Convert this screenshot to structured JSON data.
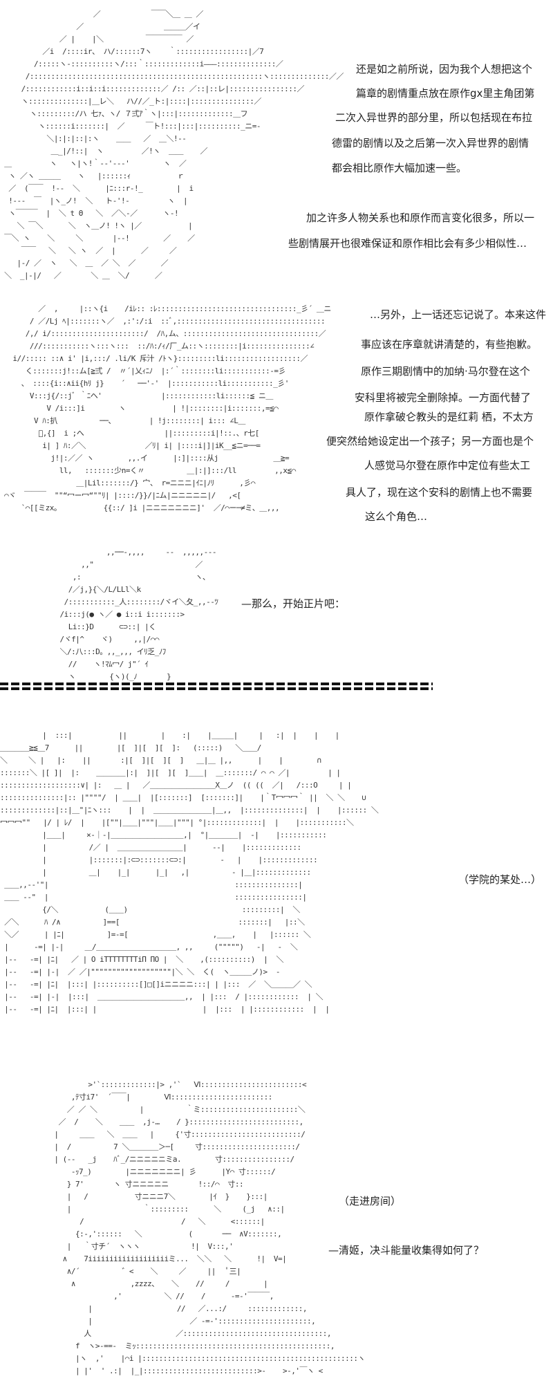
{
  "intro_note": {
    "paragraph1": [
      "还是如之前所说，因为我个人想把这个",
      "篇章的剧情重点放在原作gx里主角团第",
      "二次入异世界的部分里，所以包括现在布拉",
      "德雷的剧情以及之后第一次入异世界的剧情",
      "都会相比原作大幅加速一些。"
    ],
    "paragraph2": [
      "加之许多人物关系也和原作而言变化很多，所以一",
      "些剧情展开也很难保证和原作相比会有多少相似性…"
    ]
  },
  "extra_note": {
    "lines": [
      "…另外，上一话还忘记说了。本来这件",
      "事应该在序章就讲清楚的，有些抱歉。",
      "原作三期剧情中的加纳·马尔登在这个",
      "安科里将被完全删除掉。一方面代替了",
      "原作拿破仑教头的是红莉 栖，不太方",
      "便突然给她设定出一个孩子；另一方面也是个",
      "人感觉马尔登在原作中定位有些太工",
      "具人了，现在这个安科的剧情上也不需要",
      "这么个角色…"
    ]
  },
  "start_line": "—那么，开始正片吧：",
  "scene_caption": "（学院的某处…）",
  "enter_caption": "（走进房间）",
  "dialogue": "—清姬，决斗能量收集得如何了？",
  "art": {
    "narrator": [
      "                      ／            ￣￣＼＿ ＿ ／",
      "                  ／                   ＿＿＿／イ",
      "              ／ |    |＼          ￣￣￣￣￣ ／",
      "          ／i  /::::ir、 ハ/::::::7ヽ    ｀:::::::::::::::::|／7",
      "        /:::::ヽ‐::::::::::ヽ/:::｀:::::::::::::i―――::::::::::::::／",
      "      /:::::::::::::::::::::::::::::::::::::::::::::::::::::::ヽ::::::::::::::／／",
      "     /::::::::::::i::i::i:::::::::::::／ /:: ／::|::レ|::::::::::::::::／",
      "     ヽ::::::::::::::|＿レ＼   ハ//／_ト:|::::|:::::::::::::::／",
      "       ヽ:::::::::/ハ 七ｧ、ヽ/ ７弍ｱ｀ヽ|:::|:::::::::::::＿フ",
      "         ヽ::::::i:::::::|  ／     ￣ト!:::|:::|::::::::::_ニ=‐",
      "           ＼|:|:|::|:ヽ    ＿＿   ／  ＿＼!‐‐",
      "            ＿_|/!::|  ヽ         ／!ヽ  ＿＿    ／",
      " ＿         ヽ   ヽ|ヽ!｀‐‐'-‐-'        ヽ  ／",
      "  ヽ ／ヽ ＿＿＿    ヽ   |::::::ｨ           ｒ",
      "  ／  (￣￣  !‐‐  ＼      |ﾆ:::r‐!_        |  i",
      "  !‐‐‐  ￣  |ヽ_ノ!  ＼   ト‐'!‐         ヽ  |",
      "  ヽ￣￣￣  |  ＼ t Θ   ＼  ／＼‐／      ヽ‐!",
      "    ＼ ￣＼      ＼  ヽ＿ノ! !ヽ |／           |",
      " ￣＼ ヽ    ＼     ＼       |‐‐!        ／    ／",
      "     ￣￣   ＼   ＼ ヽ  ／  |      ／     ／",
      "    |‐/ ／  ヽ   ＼  ＿  ／ ＼  ／      ／",
      " ＼  _|‐|/   ／       ＼ ＿  ＼/      ／"
    ],
    "girl": [
      "         ／  ,     |::ヽ{i    /iﾚ:: :ﾚ:::::::::::::::::::::::::::::::::_彡´ ＿ニ",
      "       / ／/Lj ﾍ|:::::::ヽ／  ,:':/:i  ::ﾞ,:::::::::::::::::::::::::::::::::::",
      "      /,/ i/::::::::::::::::::::::/  /ﾊ,ム、::::::::::::::::::::::::::::::::／",
      "       ///:::::::::::ヽ:::ヽ:::  ::/ﾊ:/ｨ/厂_ム::ヽ::::::::|i:::::::::::::::∠",
      "   i//::::: ::∧ i' |i,:::/ .li/K 斥汁 /ﾄヽ}:::::::::li::::::::::::::::::／",
      "      く:::::::j!::ム[≧弍 /  〃´|乂ｨﾆﾉ  |:´｀::::::::li:::::::::::‐=彡",
      "     、 ::::{i::∧ii{hﾘ j}    ´   ──'‐'  |:::::::::::li:::::::::::_彡'",
      "       V:::j{/::jﾞ ｀ﾆヘ'              |::::::::::::li::::::≦ ニ＿",
      "           V /i:::]i        ヽ           | !|::::::::|i:::::::,=≦⌒",
      "        V ﾊ:扒          ──、        | !j::::::::| i::: ∠L＿",
      "         ﾟ,{]  i ;へ                   ||:::::::::i|!::.、r七[",
      "          i| ] ﾊ:／＼              ／ﾘ| i| |::::i|]|iK__≦ニ=──=",
      "            j!|:／／ ヽ        ,,.イ      |:]|::::从j             ＿≧=",
      "              ll,   :::::::少n=く〃          ＿|:|]:::/ll         ,,x≦⌒",
      "                  ＿|Lil:::::::/} 宀、 r=ニニニ|ｲﾆ|ﾉﾘ      ,彡⌒",
      " ⌒ヾ  ￣￣￣  \"\"“冖ー冖“\"\"ﾘ| |::::/}}/|ﾆム|ニニニニニ|/   ,<[",
      "     `⌒[[ミzx。          {{::/ ]i |ニニニニニニニ]'  ／/⌒ー─≠ミ、＿,,,"
    ],
    "chibi": [
      "               ,,──‐,,,,     ‐‐  ,,,,,‐‐‐",
      "         ,,\"                        ／",
      "       ,:                           ヽ、",
      "      /／j,}{＼/L/LLl＼k",
      "     /:::::::::::_人::::::::/ヾイ＼夂_,,‐‐ﾂ",
      "    /i:::j(● ヽ／ ● i::i i:::::::>",
      "      Li::}D      ⊂⊃::| |く",
      "    /ヾf|^    ヾ)     ,,|/⌒⌒",
      "    ＼/:八:::D。,,_,,, イﾘ乏_ﾉﾌ",
      "      //    ヽ!ﾏﾑ冖/ j\"´ ｲ",
      "      ヽ        {ヽ)(_ﾉ       }"
    ],
    "school": [
      "          |  :::|           ||        |    :|    |＿＿＿|     |   :|  |    |    |",
      "＿＿＿＿≧≦＿7      ||        |[  ]|[  ][  ]:   (:::::)   ＼＿＿/",
      "＼     ＼ |   |:    ||       :|[  ]|[  ][  ]   ＿|＿ |,,      |    |        ∩",
      ":::::::＼ |[ ]|  |:    ＿＿＿＿|:|  ]|[  ][  ]＿＿|  ＿:::::::/ ⌒ ⌒ ／|         | |",
      ":::::::::::::::::::∨| |:   ＿ |   ／＿＿＿＿＿＿＿＿＿X＿ノ  (( ((  ／|   /:::O     | |",
      ":::::::::::::::|:: |\"\"\"\"/  | ＿＿|  |[:::::::]  [:::::::]|    |｀T冖冖冖｀ ||  ＼ ＼    ∪",
      ":::::::::::::|::|＿\"|ﾆヽ:::    |  |  ＿＿＿＿＿＿＿＿|＿,,  |::::::::::::::|  |    |:::::: ＼",
      "冖冖冖\"\"   |/ | ﾚ/  |    |[\"\"|＿＿|\"\"\"|＿＿|\"\"\"| °|:::::::::::::|  |    |:::::::::::＼",
      "          |＿＿|     ×‐｜‐|＿＿＿＿＿＿＿＿＿＿,|  °|＿＿＿＿|  ‐|    |:::::::::::",
      "          |          /／ |  ＿＿＿＿＿＿＿＿＿|      ‐‐|    |:::::::::::::",
      "          |          |:::::::|:⊂⊃:::::::⊂⊃:|        ‐   |    |:::::::::::::",
      "          |          ＿|    |_|      |_|   ,|          ‐ |＿|:::::::::::::",
      " ＿＿,,‐‐'\"|                                            :::::::::::::::|",
      " ＿＿ ‐‐\"  |                                            ::::::::::::::::|",
      "          {/＼           (＿＿)                           :::::::::|  ＼",
      " ／＼      ﾊ /∧          ]==[                            :::::::|   |::＼",
      " ＼／      | |ﾆ|          ]=-=[                    ,＿＿,    |   |:::::: ＼",
      " |      -=| |‐|     ＿/＿＿＿＿＿＿＿＿＿＿＿, ,,     (\"\"\"\"\")   ‐|   ‐  ＼",
      " |‐‐   -=| |ﾆ|   ／ | O iTTTTTTTTiΠ ΠO |  ＼    ,(::::::::::)  |  ＼",
      " |‐‐   -=| |‐|  ／ ／|\"\"\"\"\"\"\"\"\"\"\"\"\"\"\"\"\"\"\"|＼ ＼  く(  ヽ＿＿＿ノ)>  ‐",
      " |‐‐   -=| |ﾆ|  |:::| |::::::::::[]□[]iニニニニ:::| | |:::  ／  ＼＿＿＿／ ＼",
      " |‐‐   -=| |‐|  |:::|  ＿＿＿＿＿＿＿＿＿＿＿＿,,  | |:::  / |::::::::::::  | ＼",
      " |‐‐   -=| |ﾆ|  |:::| |                         |  |:::  | |::::::::::::  |  |"
    ],
    "man": [
      "           >'`:::::::::::::|> ,'`   Ⅵ::::::::::::::::::::::::<",
      "       ,ﾃ寸i7'  ´￣￣|        Ⅵ::::::::::::::::::::::::",
      "      ／ ／ ＼          |          ｀ミ:::::::::::::::::::::::＼",
      "    ／  /    ＼    ＿＿  ,j‐…    / }::::::::::::::::::::::::::,",
      "   |     ＿＿   ＼  ＿＿   |     {'寸::::::::::::::::::::::::::/",
      "   |  /          7 ＼＿＿＿＿＞─[     寸::::::::::::::::::::::/",
      "   | (‐‐   _j    ﾊﾞ_/ニニニニニミa.        寸::::::::::::::::/",
      "       ‐ｯ7_)        |ニニニニニニニ| 彡      |Y⌒ 寸::::::/",
      "      } 7'       ヽ 寸ニニニニニ       !::/⌒  寸::",
      "      |   /           寸ニニニ7＼        |ｲ  }    }:::|",
      "      |                 ｀:::::::::      ＼     (_j   ∧::|",
      "         /                       /   ＼      <::::::|",
      "        {:‐,'::::::   ＼           (       ──  ∧V:::::::,",
      "      |   ｀寸チ´  ヽヽヽ            !|  V:::,'",
      "     ∧    7iiiiiiiiiiiiiiiiiiiミ...  ＼＼   ＼      !|  V=|",
      "      ∧/´          ゛<    ＼     ／     ||   ﾟ三|",
      "       ∧             ,zzzz、   ＼    //     /        |",
      "                 ,'          ＼ //    /      ‐=‐'￣￣￣,",
      "           |                    //   ／...:/     :::::::::::::,",
      "           |                       ／ ‐=‐'::::::::::::::::::::::,",
      "          人                    ／::::::::::::::::::::::::::::::::::,",
      "        f  ヽ>‐==‐  ミｯ::::::::::::::::::::::::::::::::::::::::::::::,",
      "        |ヽ  ,'    |⌒i |:::::::::::::::::::::::::::::::::::::::::::::::::::ヽ",
      "        | |'  ' .:|  |_|:::::::::::::::::::::::::::>‐    >‐,'￣ヽ <"
    ]
  }
}
